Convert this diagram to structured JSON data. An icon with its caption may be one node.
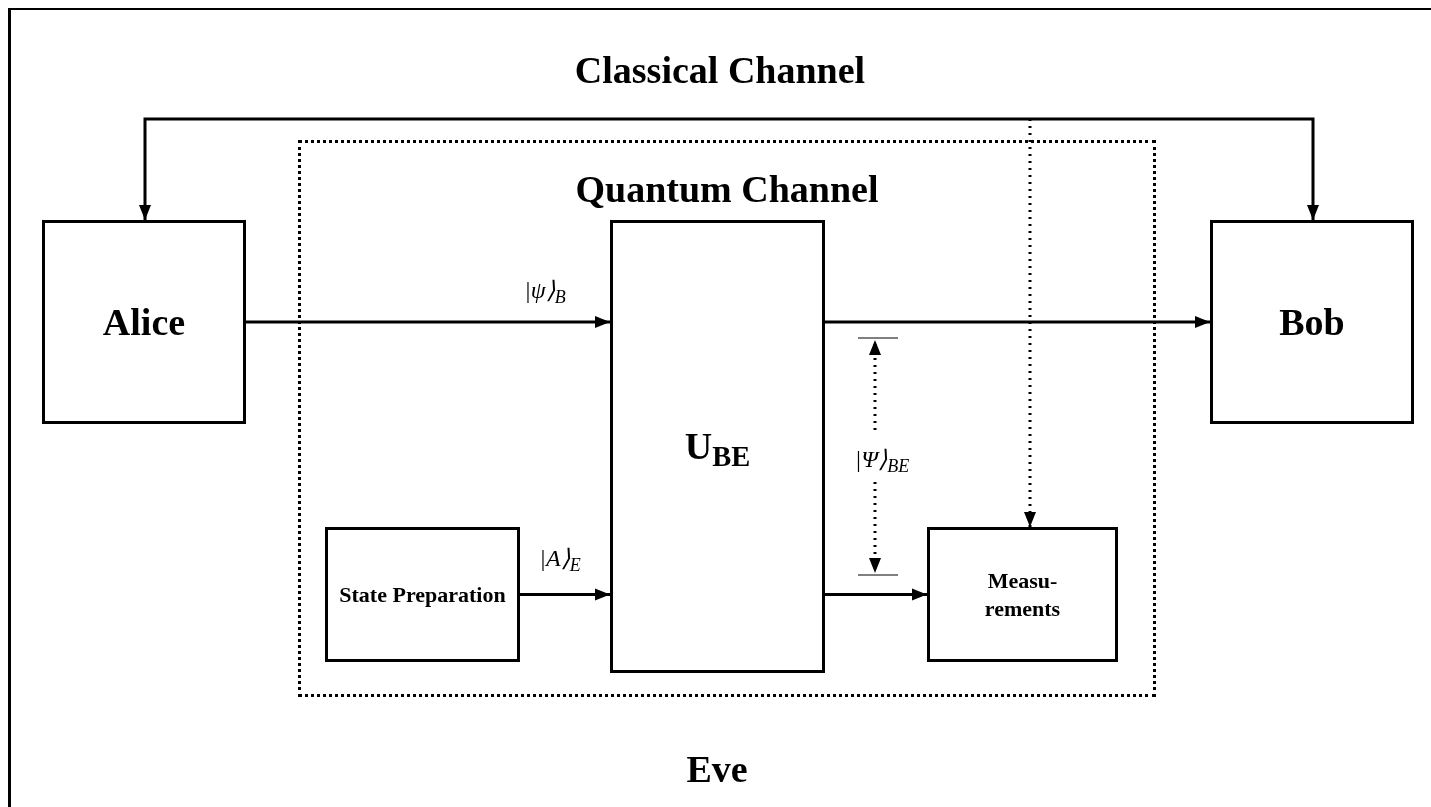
{
  "diagram": {
    "nodes": [
      {
        "text": [
          "Alice"
        ]
      },
      {
        "text": [
          "Quantum Channel"
        ]
      },
      {
        "text": [
          "U$_{BE}$"
        ],
        "in": 1
      },
      {
        "text": [
          "State Preparation"
        ],
        "in": 1
      },
      {
        "text": [
          "Measu- rements"
        ],
        "in": 1
      },
      {
        "text": [
          "Bob"
        ]
      }
    ],
    "edges": [
      {
        "from": 0,
        "to": 5,
        "arrow": "both",
        "label": "Classical Channel"
      },
      {
        "from": 0,
        "to": 2,
        "arrow": "to",
        "label": "|ψ⟩$_{B}$"
      },
      {
        "from": 3,
        "to": 2,
        "arrow": "to",
        "label": "|A⟩$_{E}$"
      },
      {
        "from": 2,
        "to": 5,
        "arrow": "to"
      },
      {
        "from": 2,
        "to": 4,
        "arrow": "to"
      },
      {
        "from": null,
        "to": 4,
        "arrow": "to",
        "style": "dashed"
      }
    ],
    "labels": [
      "|Ψ⟩$_{BE}$",
      "Eve"
    ]
  }
}
